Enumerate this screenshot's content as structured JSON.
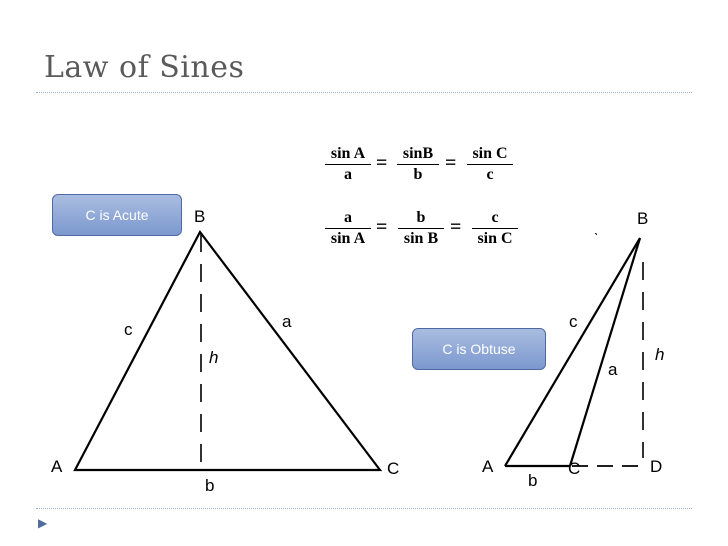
{
  "slide": {
    "title": "Law of Sines"
  },
  "formulas": {
    "row1": [
      {
        "num": "sin A",
        "den": "a"
      },
      {
        "num": "sinB",
        "den": "b"
      },
      {
        "num": "sin C",
        "den": "c"
      }
    ],
    "row2": [
      {
        "num": "a",
        "den": "sin A"
      },
      {
        "num": "b",
        "den": "sin B"
      },
      {
        "num": "c",
        "den": "sin C"
      }
    ],
    "equals": "="
  },
  "acute": {
    "badge": "C is Acute",
    "vertex_b": "B",
    "vertex_a": "A",
    "vertex_c": "C",
    "side_a": "a",
    "side_b": "b",
    "side_c": "c",
    "height": "h"
  },
  "obtuse": {
    "badge": "C is Obtuse",
    "vertex_b": "B",
    "vertex_a": "A",
    "vertex_c": "C",
    "vertex_d": "D",
    "side_a": "a",
    "side_b": "b",
    "side_c": "c",
    "height": "h",
    "stray_mark": "ˎ"
  },
  "footer": {
    "bullet_icon": "triangle-bullet-icon",
    "bullet_glyph": "▶"
  },
  "colors": {
    "badge_fill": "#8ca6d8",
    "badge_border": "#4d6aa3",
    "title": "#5a5a5a",
    "rule": "#9ab0c8",
    "bullet": "#4f6e9d"
  }
}
